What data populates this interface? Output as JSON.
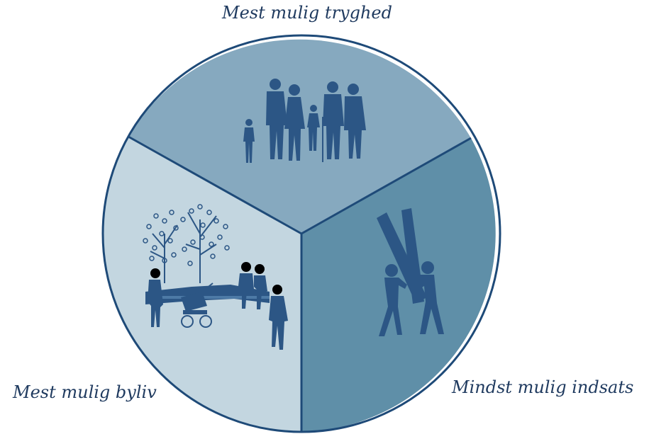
{
  "diagram": {
    "segments": [
      {
        "label": "Mest mulig tryghed",
        "color": "#86a9bf",
        "icon": "family-walking-icon"
      },
      {
        "label": "Mindst mulig indsats",
        "color": "#5f8fa8",
        "icon": "workers-carrying-beam-icon"
      },
      {
        "label": "Mest mulig byliv",
        "color": "#c3d6e0",
        "icon": "park-bench-city-life-icon"
      }
    ],
    "outline_color": "#1e4a78",
    "figure_color": "#2c5685"
  }
}
